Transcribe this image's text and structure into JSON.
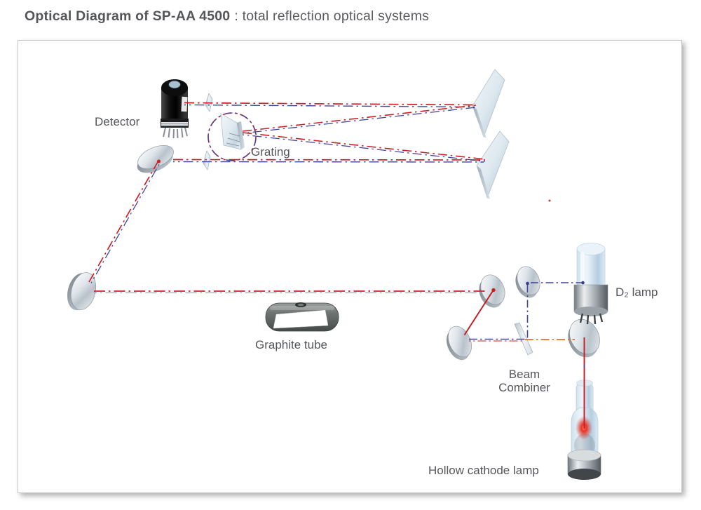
{
  "title": {
    "bold": "Optical Diagram of SP-AA 4500",
    "regular": ": total reflection optical systems"
  },
  "labels": {
    "detector": "Detector",
    "grating": "Grating",
    "graphite_tube": "Graphite tube",
    "d2_lamp": "D₂ lamp",
    "beam_combiner_line1": "Beam",
    "beam_combiner_line2": "Combiner",
    "hollow_cathode_lamp": "Hollow cathode lamp"
  },
  "colors": {
    "sample_beam_red": "#ce2127",
    "reference_beam_blue": "#42479e",
    "hcl_beam_orange": "#e2702d",
    "solid_beam_red": "#c41e24",
    "label_text": "#54565a",
    "title_text": "#58595b",
    "frame_border": "#c6c8ca",
    "glow_red": "#ef3322"
  }
}
